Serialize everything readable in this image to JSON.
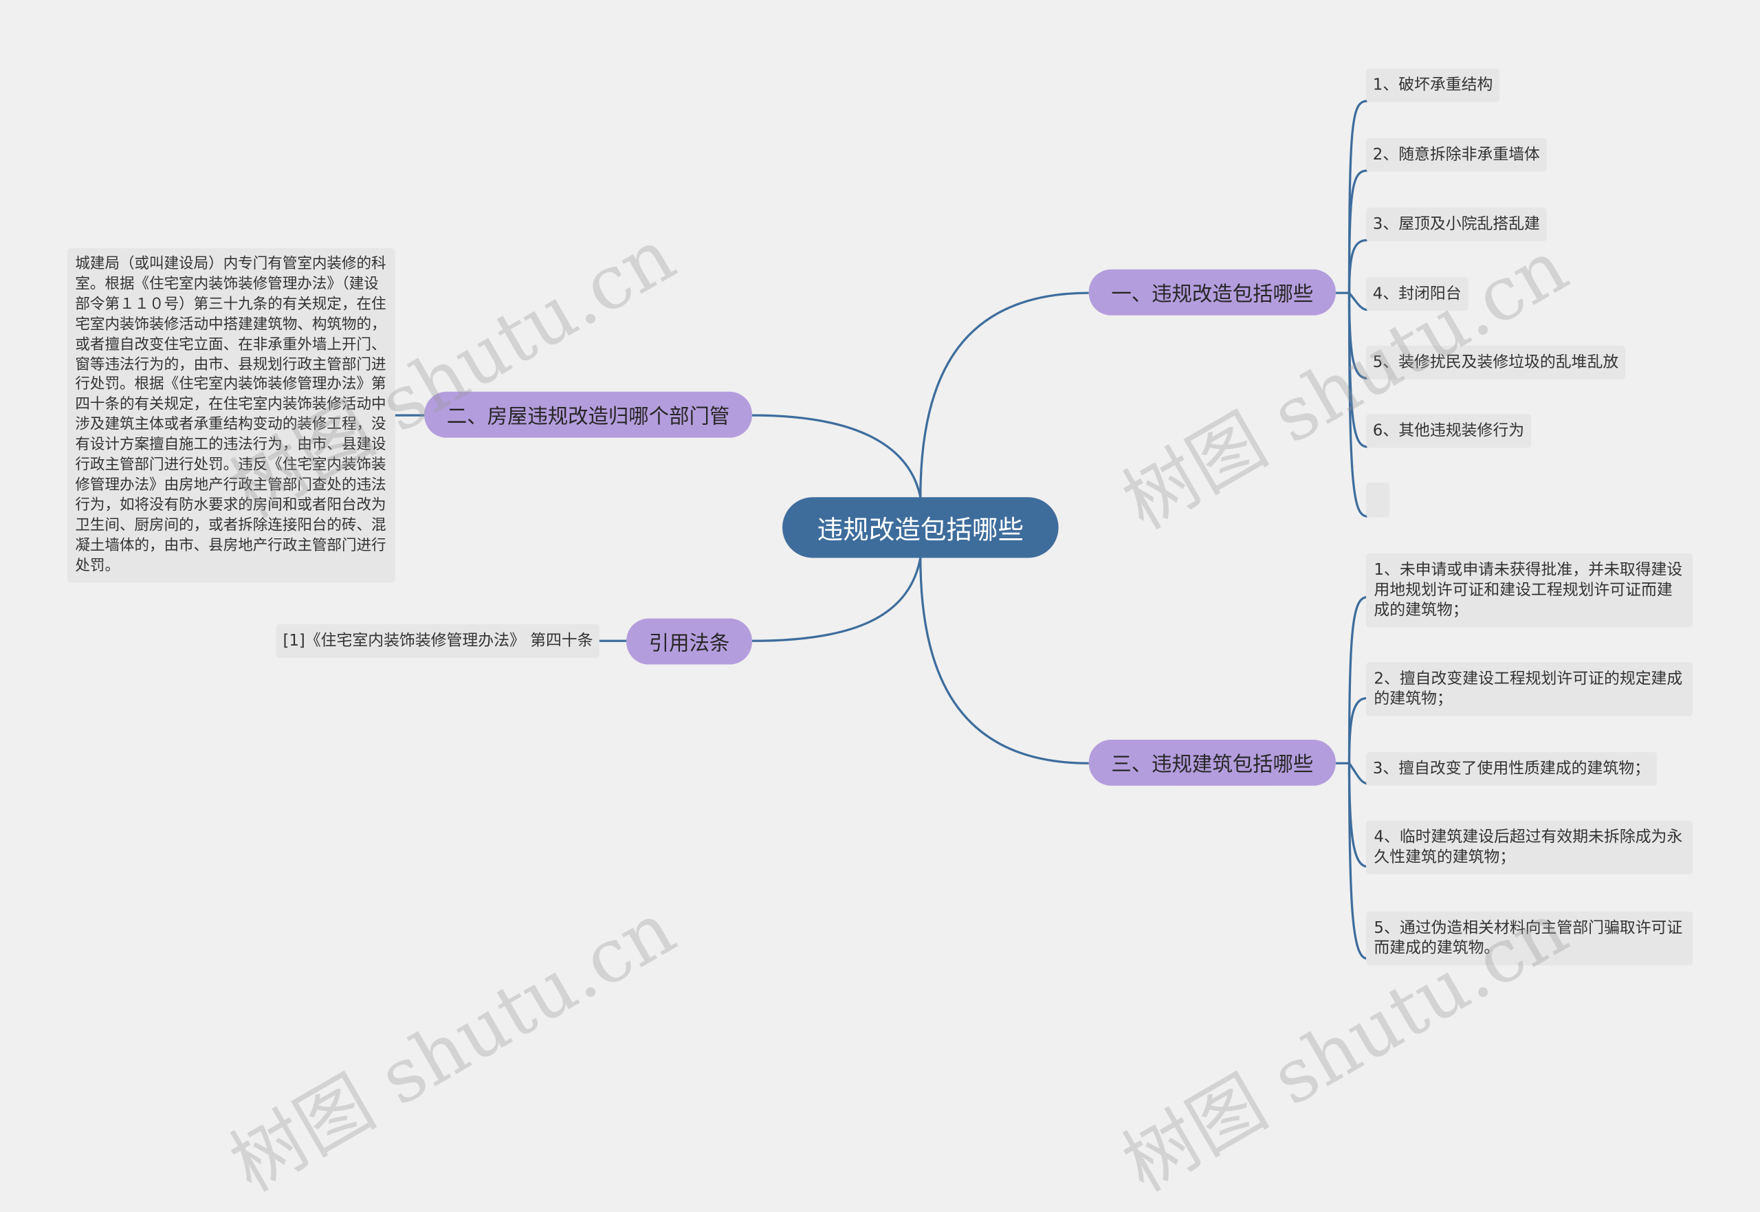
{
  "colors": {
    "background": "#f0f0f0",
    "root": "#3e6d9c",
    "branch": "#b49ddd",
    "leaf": "#e6e6e6",
    "line": "#3e6d9c"
  },
  "root": {
    "label": "违规改造包括哪些"
  },
  "branches": {
    "b1": {
      "label": "一、违规改造包括哪些",
      "items": [
        "1、破坏承重结构",
        "2、随意拆除非承重墙体",
        "3、屋顶及小院乱搭乱建",
        "4、封闭阳台",
        "5、装修扰民及装修垃圾的乱堆乱放",
        "6、其他违规装修行为",
        ""
      ]
    },
    "b2": {
      "label": "二、房屋违规改造归哪个部门管",
      "text": "城建局（或叫建设局）内专门有管室内装修的科室。根据《住宅室内装饰装修管理办法》（建设部令第１１０号）第三十九条的有关规定，在住宅室内装饰装修活动中搭建建筑物、构筑物的，或者擅自改变住宅立面、在非承重外墙上开门、窗等违法行为的，由市、县规划行政主管部门进行处罚。根据《住宅室内装饰装修管理办法》第四十条的有关规定，在住宅室内装饰装修活动中涉及建筑主体或者承重结构变动的装修工程，没有设计方案擅自施工的违法行为，由市、县建设行政主管部门进行处罚。违反《住宅室内装饰装修管理办法》由房地产行政主管部门查处的违法行为，如将没有防水要求的房间和或者阳台改为卫生间、厨房间的，或者拆除连接阳台的砖、混凝土墙体的，由市、县房地产行政主管部门进行处罚。"
    },
    "b3": {
      "label": "三、违规建筑包括哪些",
      "items": [
        "1、未申请或申请未获得批准，并未取得建设用地规划许可证和建设工程规划许可证而建成的建筑物；",
        "2、擅自改变建设工程规划许可证的规定建成的建筑物；",
        "3、擅自改变了使用性质建成的建筑物；",
        "4、临时建筑建设后超过有效期未拆除成为永久性建筑的建筑物；",
        "5、通过伪造相关材料向主管部门骗取许可证而建成的建筑物。"
      ]
    },
    "b4": {
      "label": "引用法条",
      "text": "[1]《住宅室内装饰装修管理办法》 第四十条"
    }
  },
  "watermarks": [
    "树图 shutu.cn",
    "树图 shutu.cn",
    "树图 shutu.cn",
    "树图 shutu.cn"
  ]
}
